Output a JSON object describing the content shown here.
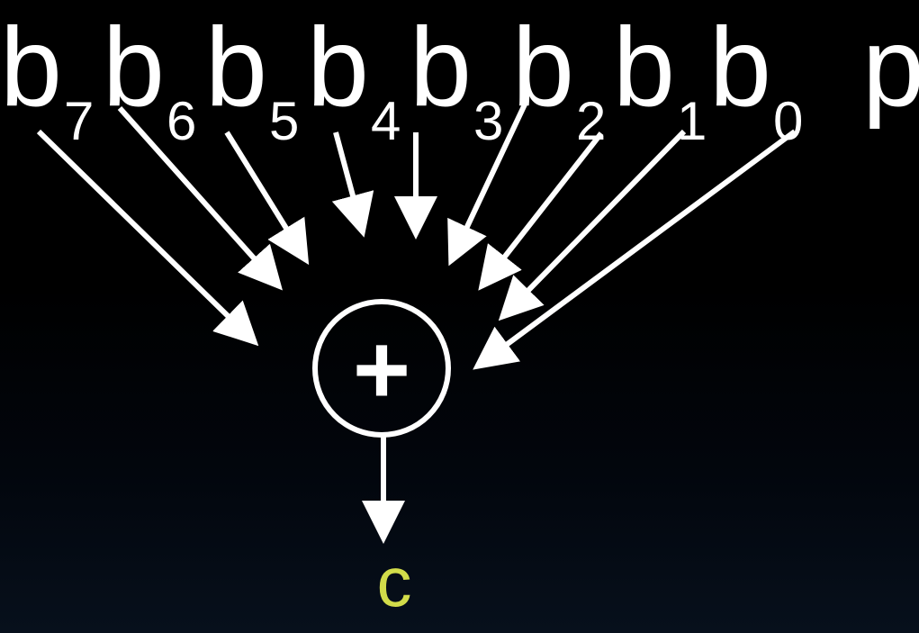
{
  "bits": [
    {
      "base": "b",
      "sub": "7"
    },
    {
      "base": "b",
      "sub": "6"
    },
    {
      "base": "b",
      "sub": "5"
    },
    {
      "base": "b",
      "sub": "4"
    },
    {
      "base": "b",
      "sub": "3"
    },
    {
      "base": "b",
      "sub": "2"
    },
    {
      "base": "b",
      "sub": "1"
    },
    {
      "base": "b",
      "sub": "0"
    }
  ],
  "parity_label": "p",
  "operator_symbol": "+",
  "output_label": "c",
  "colors": {
    "foreground": "#ffffff",
    "output": "#d2dc4a",
    "background_top": "#000000",
    "background_bottom": "#07101c"
  }
}
